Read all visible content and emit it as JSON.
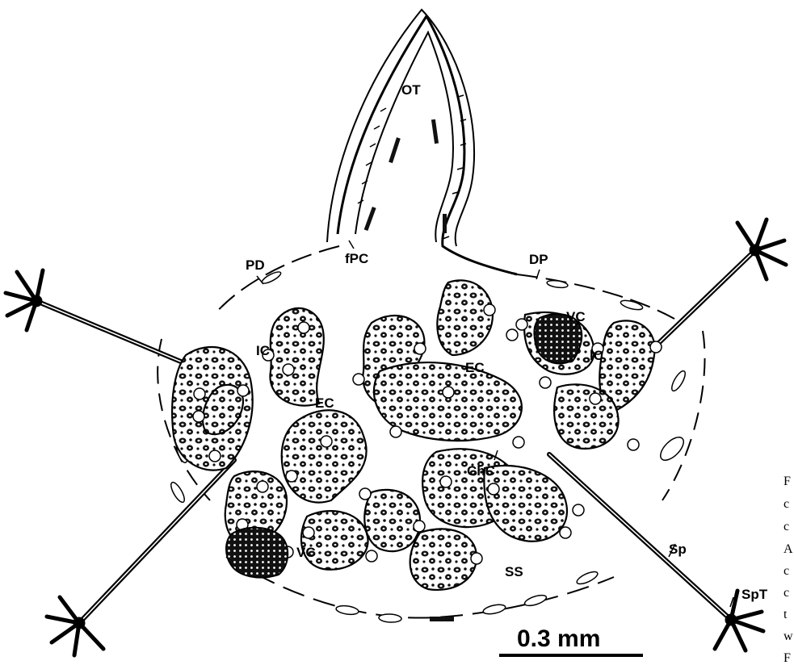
{
  "figure": {
    "labels": {
      "ot": "OT",
      "fpc": "fPC",
      "pd": "PD",
      "dp": "DP",
      "vc_top": "VC",
      "ic_left": "IC",
      "ic_right": "IC",
      "ec_left": "EC",
      "ec_right": "EC",
      "chc": "ChC",
      "vc_bottom": "VC",
      "ss": "SS",
      "sp": "Sp",
      "spt": "SpT"
    },
    "scale_bar": {
      "label": "0.3 mm"
    },
    "caption_fragments": [
      "F",
      "c",
      "c",
      "A",
      "c",
      "c",
      "t",
      "w",
      "F"
    ]
  }
}
